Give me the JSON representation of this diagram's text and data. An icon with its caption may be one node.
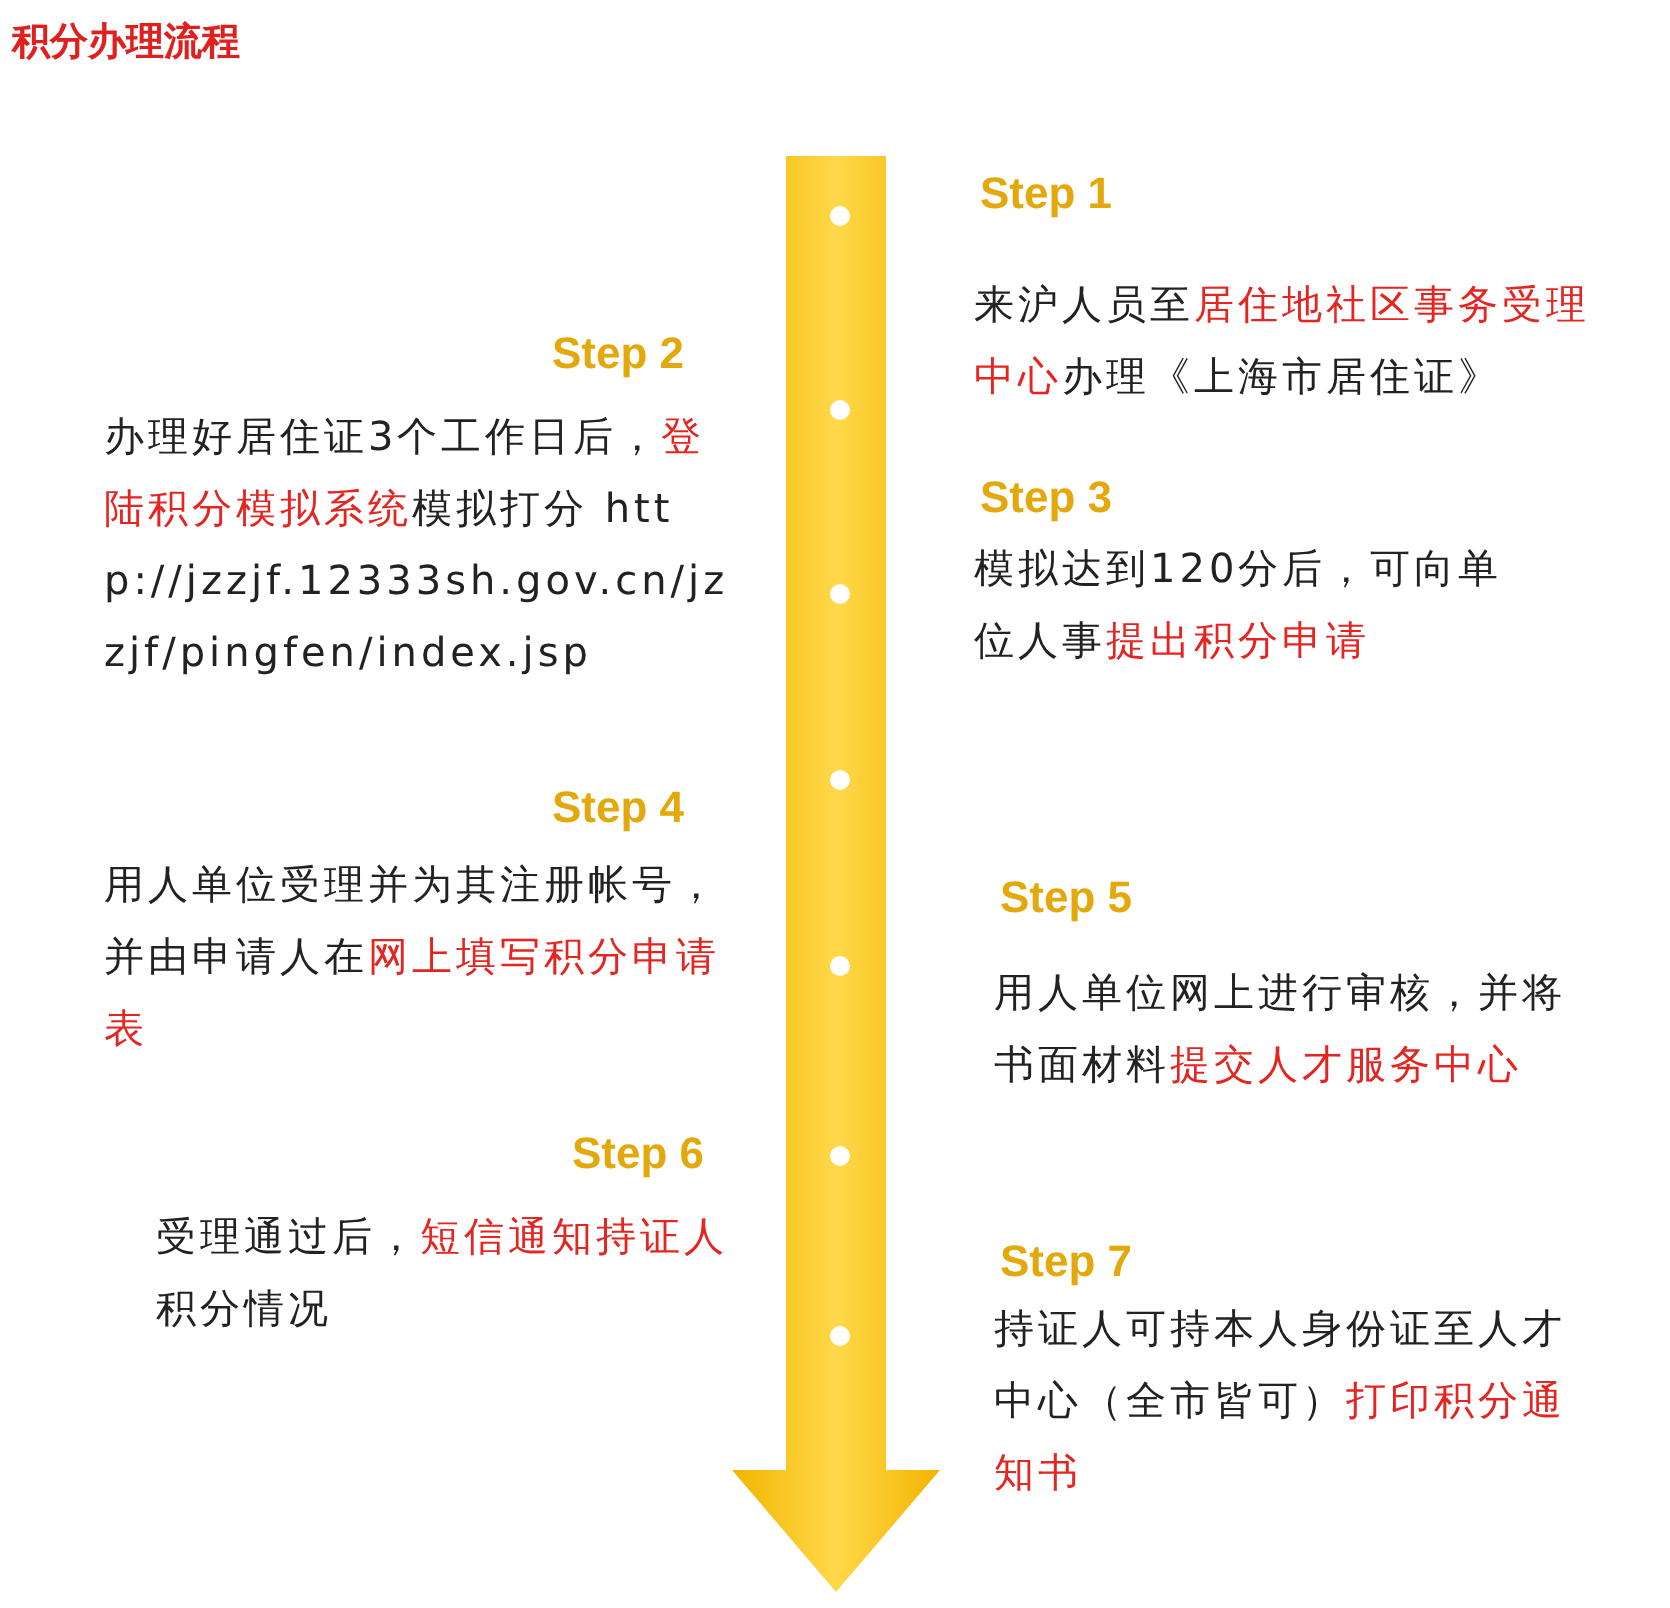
{
  "diagram": {
    "title": "积分办理流程",
    "labels": [
      "Step 1",
      "来沪人员至**居住地社区事务受理中心**办理《上海市居住证》",
      "Step 2",
      "办理好居住证3个工作日后，**登陆积分模拟系统**模拟打分 http://jzzjf.12333sh.gov.cn/jzzjf/pingfen/index.jsp",
      "Step 3",
      "模拟达到120分后，可向单位人事**提出积分申请**",
      "Step 4",
      "用人单位受理并为其注册帐号，并由申请人在**网上填写积分申请表**",
      "Step 5",
      "用人单位网上进行审核，并将书面材料**提交人才服务中心**",
      "Step 6",
      "受理通过后，**短信通知持证人**积分情况",
      "Step 7",
      "持证人可持本人身份证至人才中心（全市皆可）**打印积分通知书**"
    ]
  }
}
